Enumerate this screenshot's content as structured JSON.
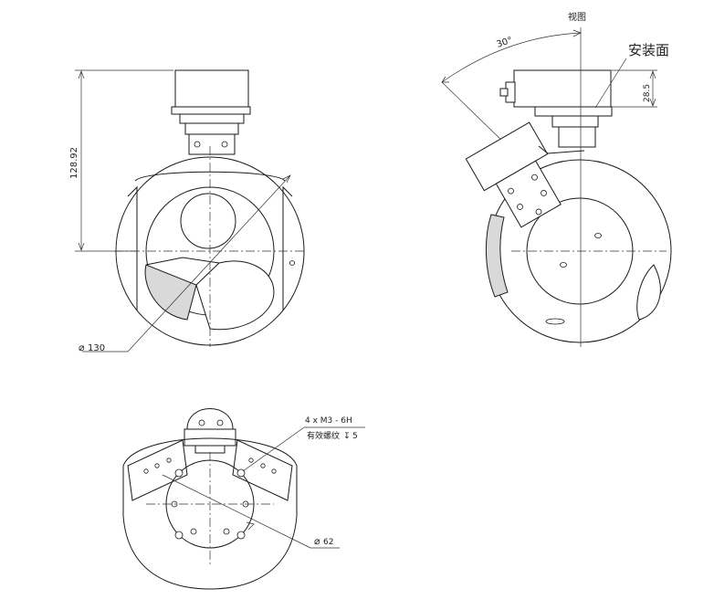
{
  "labels": {
    "height_dim": "128.92",
    "diameter_front": "130",
    "view_label": "视图",
    "angle_label": "30°",
    "mount_face": "安装面",
    "mount_dim": "28.5",
    "thread_line1": "4 x M3 - 6H",
    "thread_line2": "有效螺纹",
    "thread_depth": "5",
    "diameter_bottom": "62"
  },
  "symbols": {
    "diameter": "⌀",
    "depth": "↧"
  }
}
